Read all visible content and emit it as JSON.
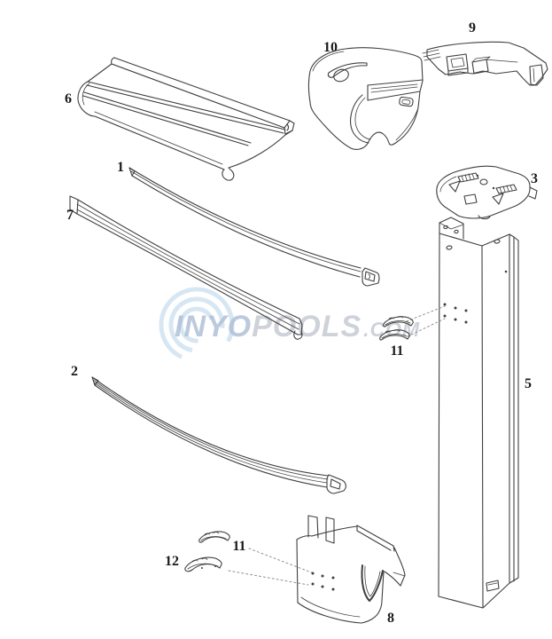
{
  "diagram": {
    "background_color": "#ffffff",
    "line_color": "#3f3f3f",
    "label_color": "#1a1a1a",
    "labels": {
      "part_6": "6",
      "part_1": "1",
      "part_7": "7",
      "part_10": "10",
      "part_9": "9",
      "part_3": "3",
      "part_5": "5",
      "part_11_upper": "11",
      "part_2": "2",
      "part_12": "12",
      "part_11_lower": "11",
      "part_8": "8"
    },
    "watermark": {
      "brand_primary": "INYO",
      "brand_secondary": "POOLS",
      "tld": ".COM",
      "logo_color": "#bdd7ec",
      "brand_primary_color": "#b0c1d6",
      "brand_secondary_color": "#c6cbd3"
    }
  }
}
